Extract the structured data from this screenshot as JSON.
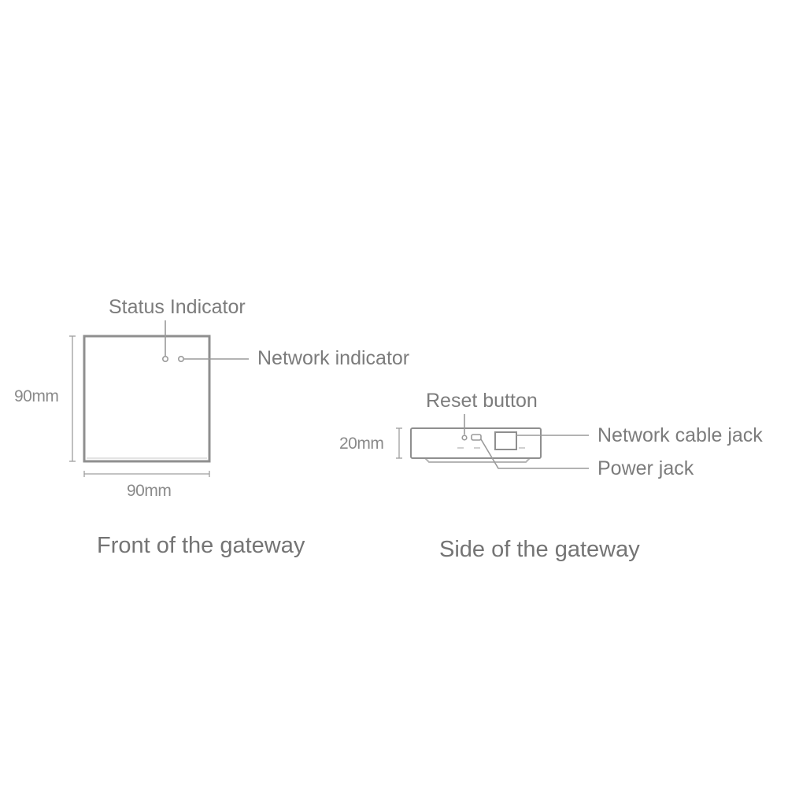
{
  "front": {
    "status_indicator": "Status Indicator",
    "network_indicator": "Network indicator",
    "height_dim": "90mm",
    "width_dim": "90mm",
    "caption": "Front of the gateway"
  },
  "side": {
    "reset_button": "Reset button",
    "network_cable_jack": "Network cable jack",
    "power_jack": "Power jack",
    "height_dim": "20mm",
    "caption": "Side of the gateway"
  },
  "colors": {
    "line": "#9a9a9a",
    "text": "#7c7c7c"
  }
}
